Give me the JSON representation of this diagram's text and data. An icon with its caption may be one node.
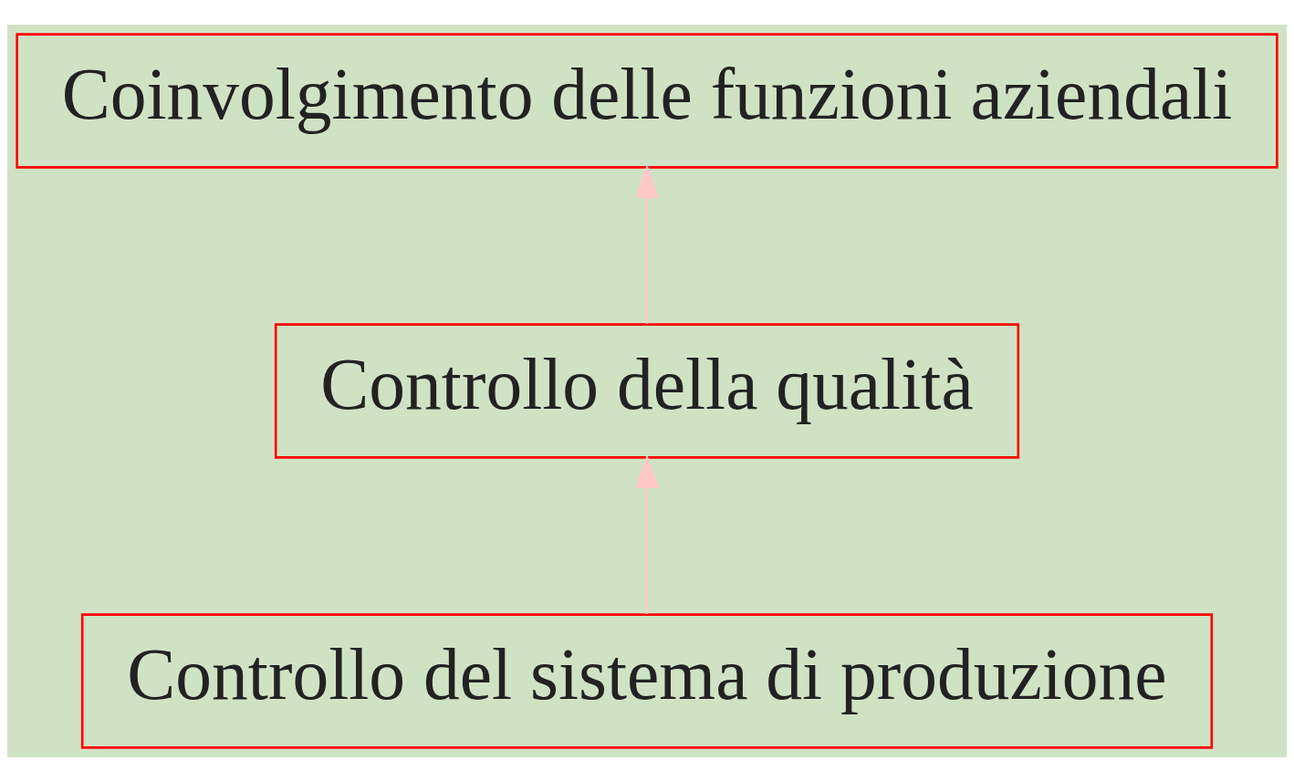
{
  "diagram": {
    "nodes": [
      {
        "text": [
          "Coinvolgimento delle funzioni aziendali"
        ]
      },
      {
        "text": [
          "Controllo della qualità"
        ]
      },
      {
        "text": [
          "Controllo del sistema di produzione"
        ]
      }
    ],
    "edges": [
      {
        "from": 2,
        "to": 1,
        "arrow": "to"
      },
      {
        "from": 1,
        "to": 0,
        "arrow": "to"
      }
    ]
  }
}
